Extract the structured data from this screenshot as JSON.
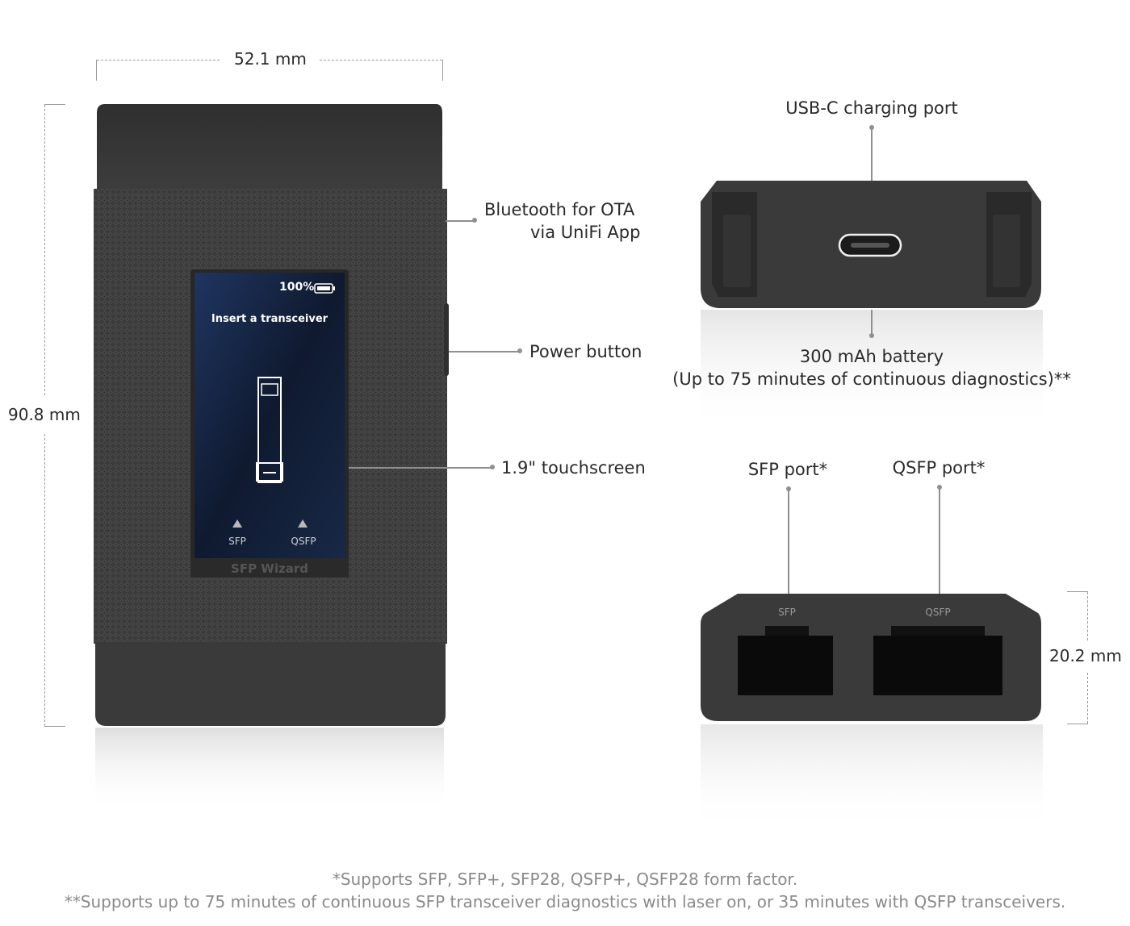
{
  "dimensions": {
    "width_label": "52.1 mm",
    "height_label": "90.8 mm",
    "depth_label": "20.2 mm"
  },
  "front_device": {
    "screen": {
      "battery_text": "100%",
      "prompt_text": "Insert a transceiver",
      "left_port_label": "SFP",
      "right_port_label": "QSFP"
    },
    "brand_text": "SFP Wizard"
  },
  "callouts": {
    "bluetooth_line1": "Bluetooth for OTA",
    "bluetooth_line2": "via UniFi App",
    "power_button": "Power button",
    "touchscreen": "1.9\" touchscreen",
    "usb_c": "USB-C charging port",
    "battery_line1": "300 mAh battery",
    "battery_line2": "(Up to 75 minutes of continuous diagnostics)**",
    "sfp_port": "SFP port*",
    "qsfp_port": "QSFP port*"
  },
  "bottom_device": {
    "sfp_engraving": "SFP",
    "qsfp_engraving": "QSFP"
  },
  "footnotes": {
    "line1": "*Supports SFP, SFP+, SFP28, QSFP+, QSFP28 form factor.",
    "line2": "**Supports up to 75 minutes of continuous SFP transceiver diagnostics with laser on, or 35 minutes with QSFP transceivers."
  },
  "colors": {
    "device_body": "#3a3a3a",
    "device_dark": "#2c2c2c",
    "screen_bg": "#1a2a4a",
    "leader_line": "#8f8f8f",
    "footnote_text": "#8a8a8a"
  }
}
